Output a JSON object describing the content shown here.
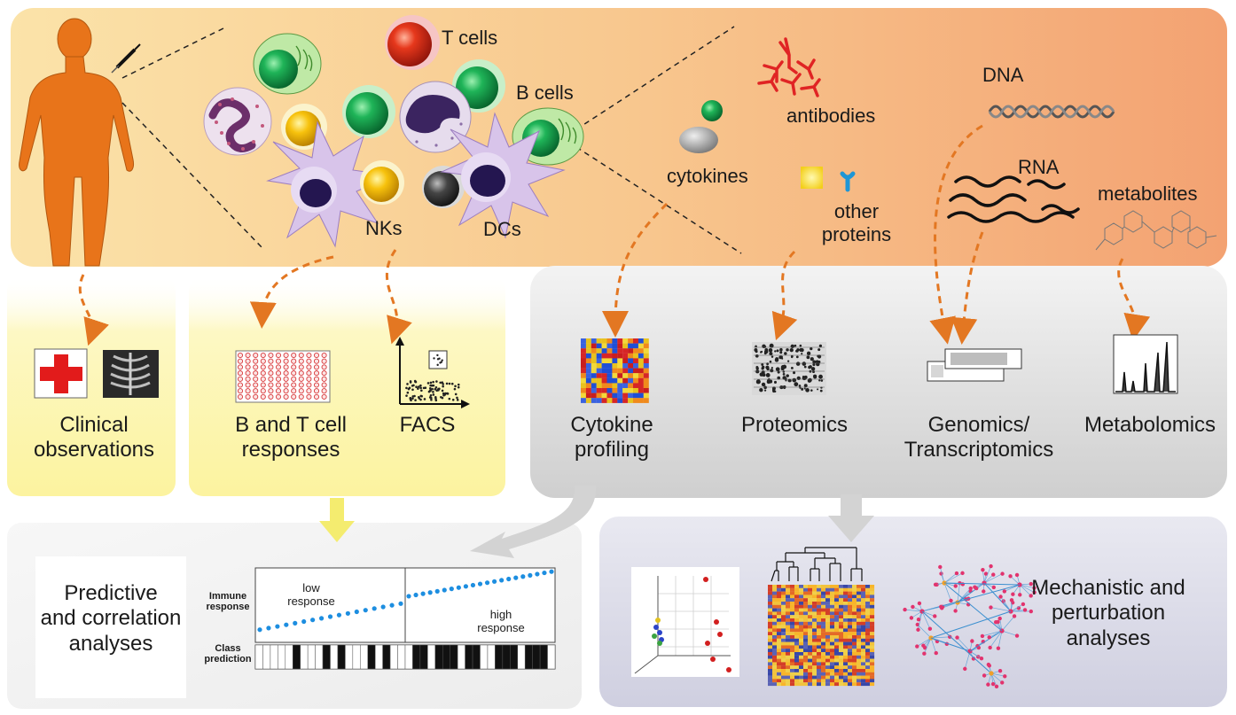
{
  "colors": {
    "top_band_start": "#fbe3a9",
    "top_band_end": "#f4a774",
    "yellow_panel": "#fdf7b6",
    "grey_panel": "#dcdcdc",
    "bottom_left_panel": "#f4f4f4",
    "bottom_right_panel": "#dcdcea",
    "body_orange": "#e8741a",
    "arrow_orange": "#e37722",
    "arrow_yellow": "#f4ec6f",
    "arrow_grey": "#d3d3d3",
    "dot_blue": "#1d8ee0"
  },
  "top": {
    "cells": {
      "t_cells": "T cells",
      "b_cells": "B cells",
      "nks": "NKs",
      "dcs": "DCs"
    },
    "molecules": {
      "cytokines": "cytokines",
      "antibodies": "antibodies",
      "other_proteins": [
        "other",
        "proteins"
      ],
      "dna": "DNA",
      "rna": "RNA",
      "metabolites": "metabolites"
    }
  },
  "assays": {
    "clinical": [
      "Clinical",
      "observations"
    ],
    "bt_cell": [
      "B and T cell",
      "responses"
    ],
    "facs": "FACS",
    "cytokine": [
      "Cytokine",
      "profiling"
    ],
    "proteomics": "Proteomics",
    "genomics": [
      "Genomics/",
      "Transcriptomics"
    ],
    "metabolomics": "Metabolomics"
  },
  "predictive": {
    "title": [
      "Predictive",
      "and correlation",
      "analyses"
    ],
    "immune_response": [
      "Immune",
      "response"
    ],
    "class_prediction": [
      "Class",
      "prediction"
    ],
    "low_response": [
      "low",
      "response"
    ],
    "high_response": [
      "high",
      "response"
    ],
    "dot_trend_low": {
      "count": 17,
      "start": 0.17,
      "end": 0.52
    },
    "dot_trend_high": {
      "count": 21,
      "start": 0.62,
      "end": 0.95
    }
  },
  "mechanistic": {
    "title": [
      "Mechanistic and",
      "perturbation",
      "analyses"
    ]
  }
}
